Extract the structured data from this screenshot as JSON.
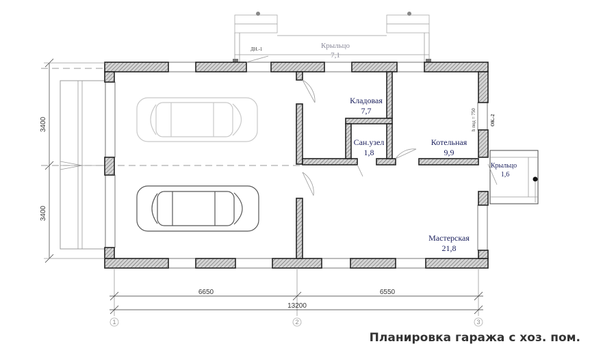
{
  "rooms": {
    "porch_top": {
      "name": "Крыльцо",
      "area": "7,1"
    },
    "storage": {
      "name": "Кладовая",
      "area": "7,7"
    },
    "bathroom": {
      "name": "Сан.узел",
      "area": "1,8"
    },
    "boiler": {
      "name": "Котельная",
      "area": "9,9"
    },
    "porch_side": {
      "name": "Крыльцо",
      "area": "1,6"
    },
    "workshop": {
      "name": "Мастерская",
      "area": "21,8"
    }
  },
  "notes": {
    "door_mark": "ДН.-1",
    "window_mark": "ОК.-2",
    "sill_height": "h под = 750"
  },
  "dimensions": {
    "left_top": "3400",
    "left_bottom": "3400",
    "bottom_left": "6650",
    "bottom_right": "6550",
    "total": "13200"
  },
  "axes": [
    "1",
    "2",
    "3"
  ],
  "caption": "Планировка гаража с хоз. пом."
}
